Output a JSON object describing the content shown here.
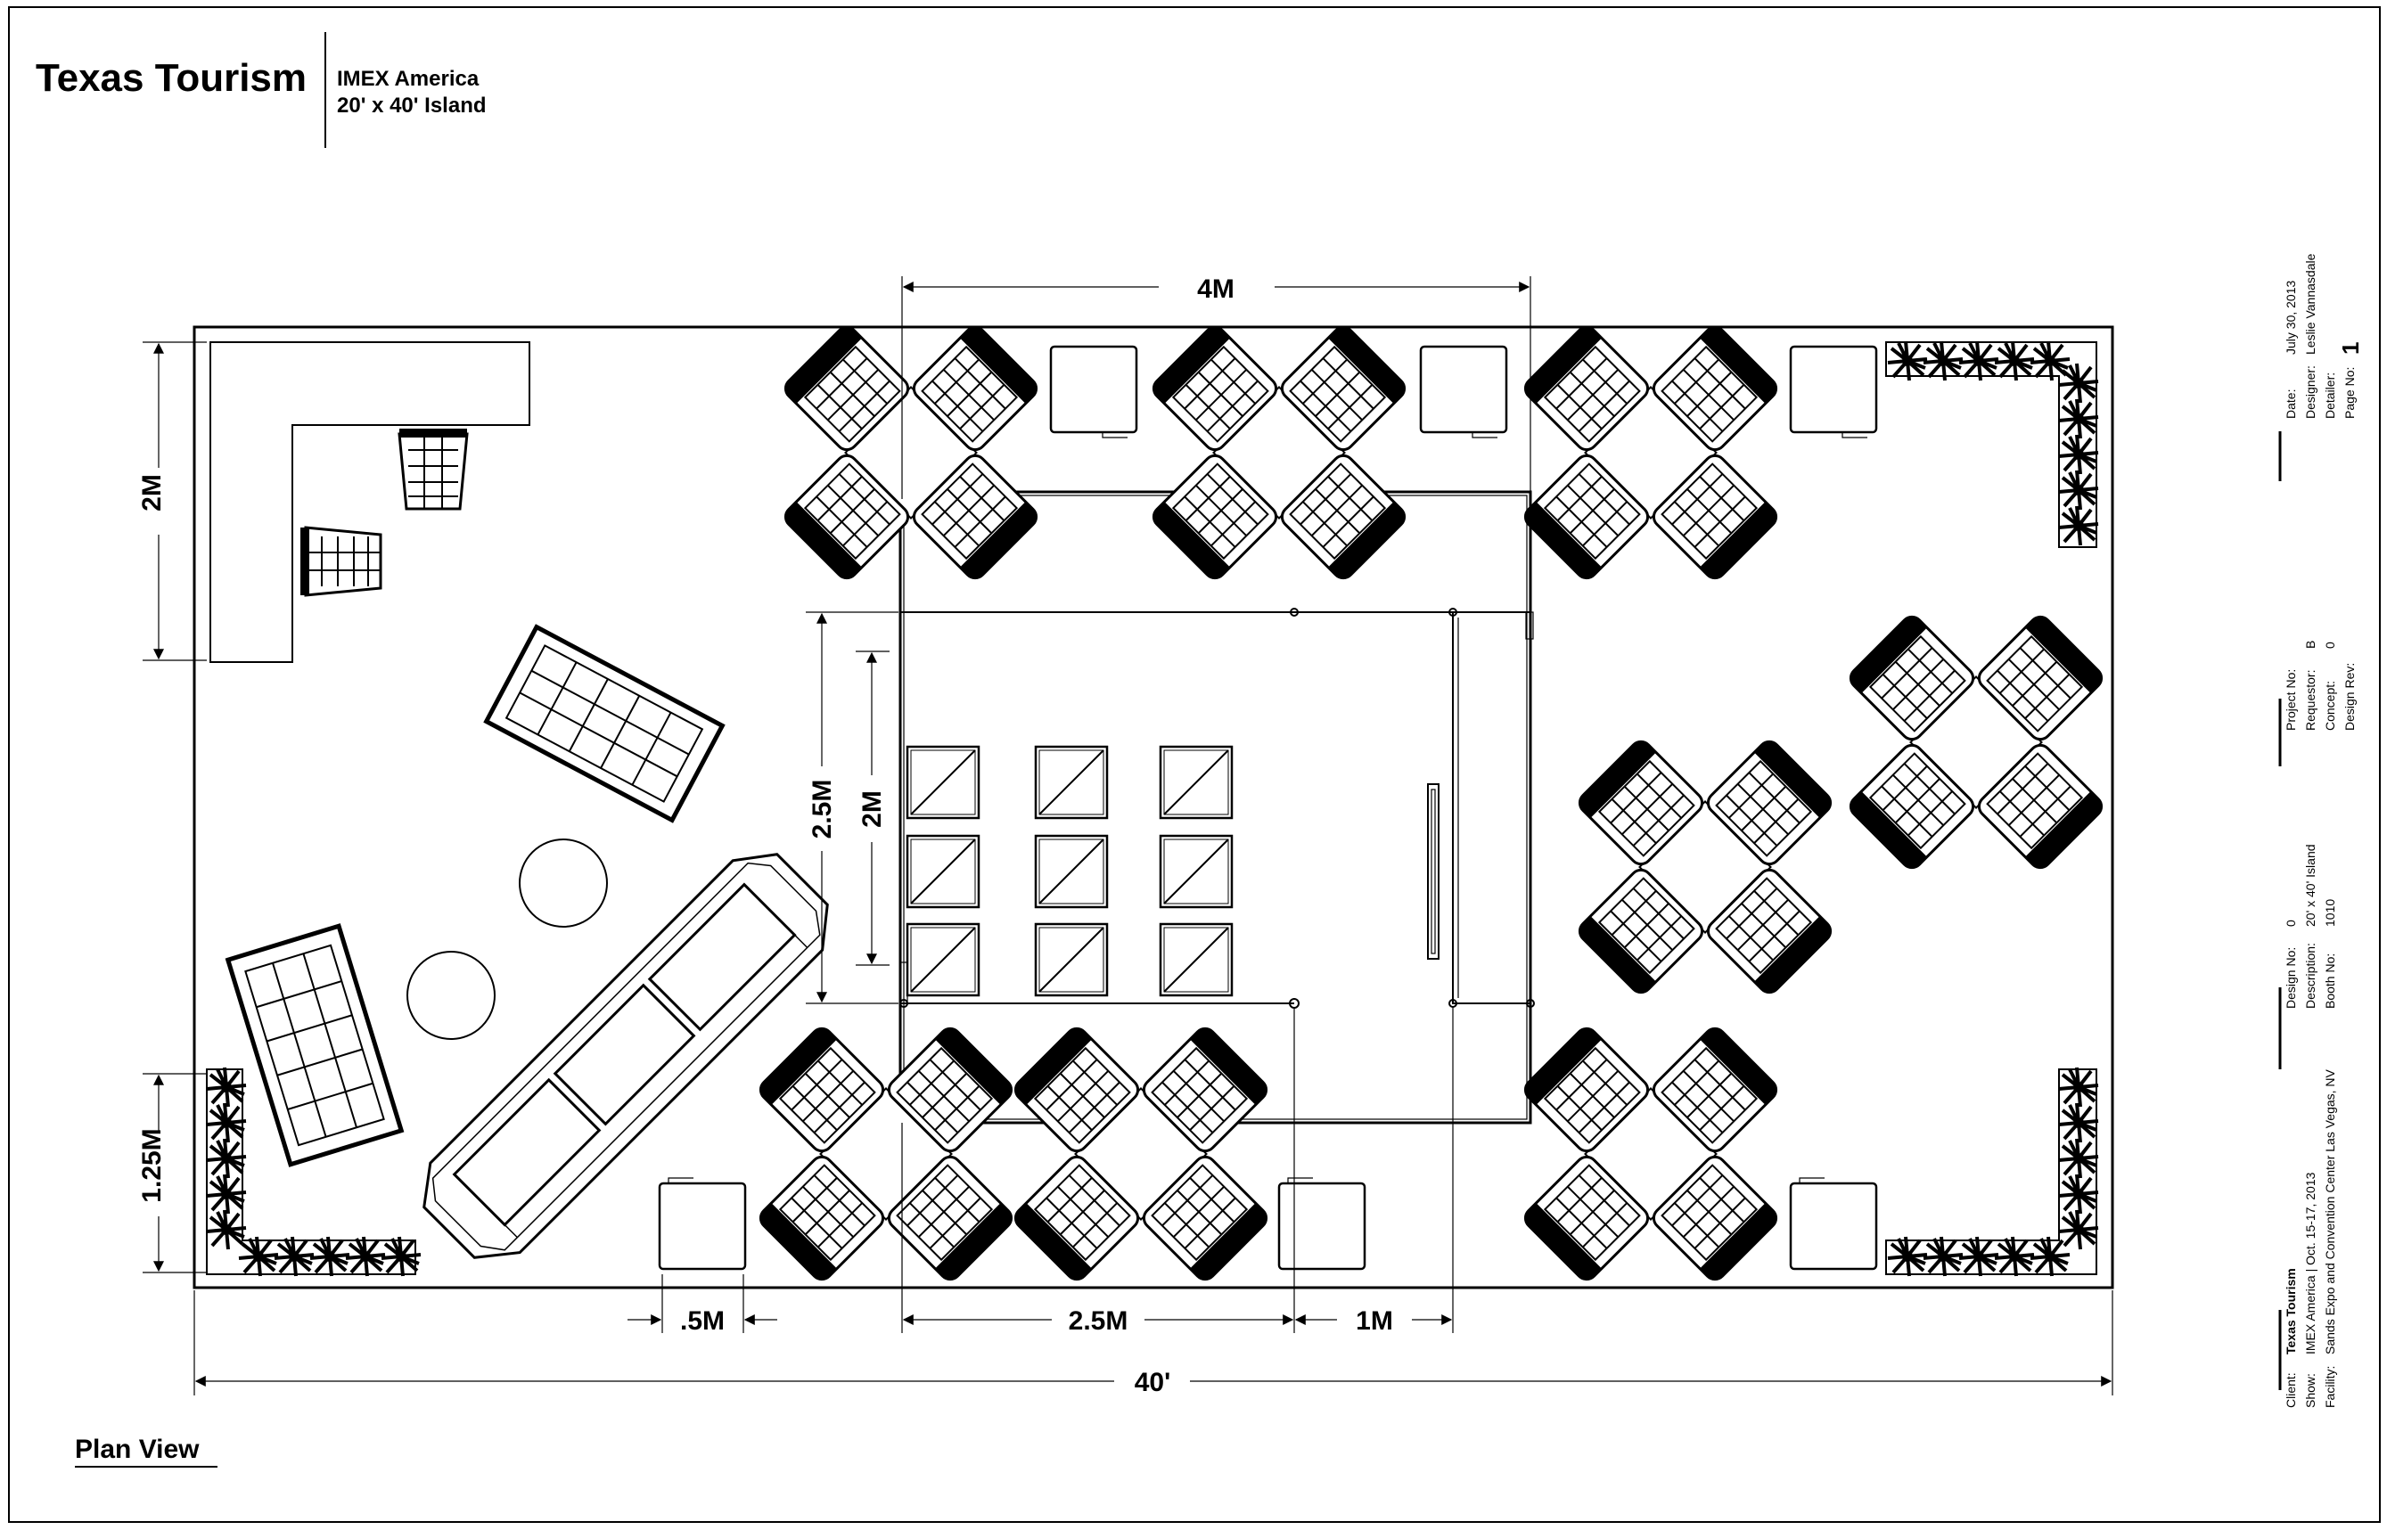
{
  "header": {
    "client_title": "Texas Tourism",
    "show": "IMEX America",
    "booth_size": "20' x 40' Island"
  },
  "plan_label": "Plan View",
  "dimensions": {
    "top_width": "4M",
    "left_upper_height": "2M",
    "left_lower_height": "1.25M",
    "inner_height_outer": "2.5M",
    "inner_height_inner": "2M",
    "bottom_small": ".5M",
    "bottom_mid": "2.5M",
    "bottom_right": "1M",
    "overall_width": "40'"
  },
  "title_block": {
    "date_label": "Date:",
    "date_value": "July 30, 2013",
    "designer_label": "Designer:",
    "designer_value": "Leslie Vannasdale",
    "detailer_label": "Detailer:",
    "detailer_value": "",
    "page_label": "Page No:",
    "page_value": "1",
    "project_label": "Project No:",
    "project_value": "",
    "requestor_label": "Requestor:",
    "requestor_value": "B",
    "concept_label": "Concept:",
    "concept_value": "0",
    "design_rev_label": "Design Rev:",
    "design_rev_value": "",
    "design_no_label": "Design No:",
    "design_no_value": "0",
    "description_label": "Description:",
    "description_value": "20' x 40' Island",
    "booth_no_label": "Booth No:",
    "booth_no_value": "1010",
    "client_label": "Client:",
    "client_value": "Texas Tourism",
    "show_label": "Show:",
    "show_value": "IMEX America | Oct. 15-17, 2013",
    "facility_label": "Facility:",
    "facility_value": "Sands Expo and Convention Center Las Vegas, NV"
  }
}
